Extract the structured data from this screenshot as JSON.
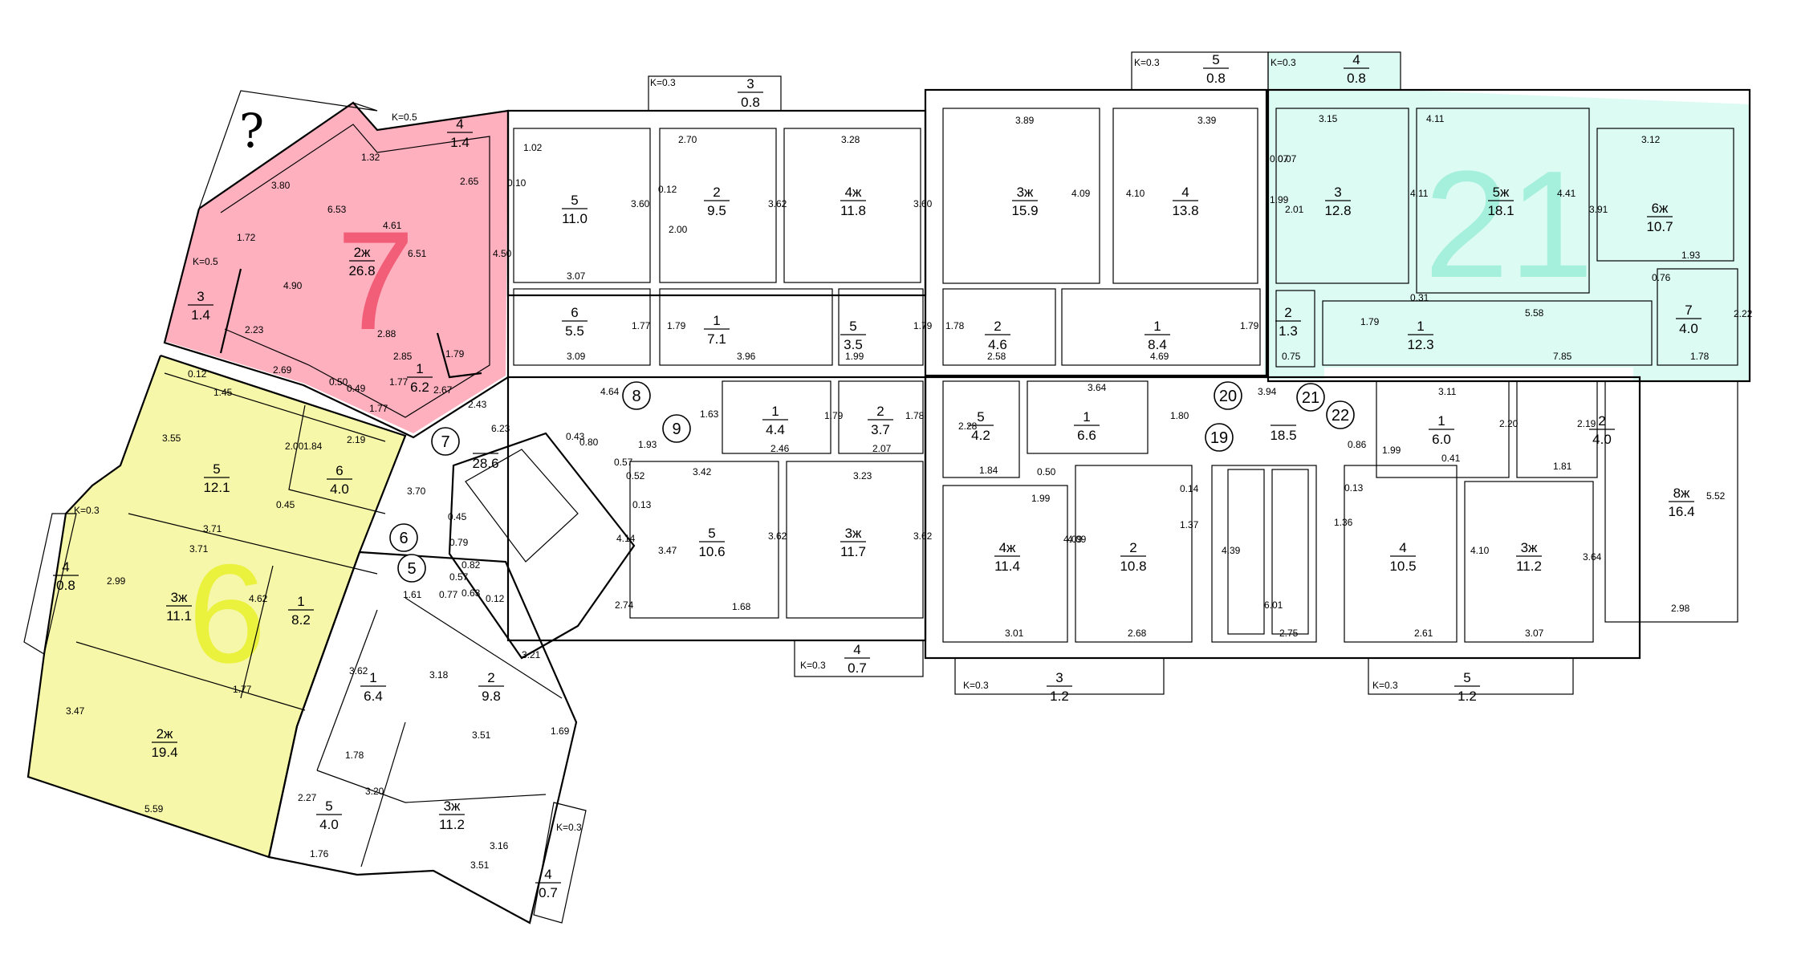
{
  "colors": {
    "apt7": "#ffb0bf",
    "apt6": "#f6f7a8",
    "apt21": "#dcfbf2",
    "big7": "#f25d78",
    "big6": "#eaf23d",
    "big21": "#a4f0dc",
    "wall": "#000000"
  },
  "unknown_mark": "?",
  "apartments": [
    {
      "id": "apt-7",
      "number": "7"
    },
    {
      "id": "apt-6",
      "number": "6"
    },
    {
      "id": "apt-21",
      "number": "21"
    }
  ],
  "markers": [
    "8",
    "9",
    "7",
    "6",
    "5",
    "20",
    "19",
    "21",
    "22"
  ],
  "rooms": [
    {
      "n": "4",
      "a": "1.4"
    },
    {
      "n": "2ж",
      "a": "26.8"
    },
    {
      "n": "3",
      "a": "1.4"
    },
    {
      "n": "1",
      "a": "6.2"
    },
    {
      "n": "",
      "a": "28.6"
    },
    {
      "n": "5",
      "a": "11.0"
    },
    {
      "n": "2",
      "a": "9.5"
    },
    {
      "n": "4ж",
      "a": "11.8"
    },
    {
      "n": "3ж",
      "a": "15.9"
    },
    {
      "n": "4",
      "a": "13.8"
    },
    {
      "n": "3",
      "a": "12.8"
    },
    {
      "n": "5ж",
      "a": "18.1"
    },
    {
      "n": "6ж",
      "a": "10.7"
    },
    {
      "n": "6",
      "a": "5.5"
    },
    {
      "n": "1",
      "a": "7.1"
    },
    {
      "n": "5",
      "a": "3.5"
    },
    {
      "n": "2",
      "a": "4.6"
    },
    {
      "n": "1",
      "a": "8.4"
    },
    {
      "n": "2",
      "a": "1.3"
    },
    {
      "n": "1",
      "a": "12.3"
    },
    {
      "n": "7",
      "a": "4.0"
    },
    {
      "n": "1",
      "a": "4.4"
    },
    {
      "n": "2",
      "a": "3.7"
    },
    {
      "n": "5",
      "a": "4.2"
    },
    {
      "n": "1",
      "a": "6.6"
    },
    {
      "n": "",
      "a": "18.5"
    },
    {
      "n": "1",
      "a": "6.0"
    },
    {
      "n": "2",
      "a": "4.0"
    },
    {
      "n": "8ж",
      "a": "16.4"
    },
    {
      "n": "5",
      "a": "10.6"
    },
    {
      "n": "3ж",
      "a": "11.7"
    },
    {
      "n": "4ж",
      "a": "11.4"
    },
    {
      "n": "2",
      "a": "10.8"
    },
    {
      "n": "4",
      "a": "10.5"
    },
    {
      "n": "3ж",
      "a": "11.2"
    },
    {
      "n": "5",
      "a": "12.1"
    },
    {
      "n": "6",
      "a": "4.0"
    },
    {
      "n": "3ж",
      "a": "11.1"
    },
    {
      "n": "1",
      "a": "8.2"
    },
    {
      "n": "4",
      "a": "0.8"
    },
    {
      "n": "2ж",
      "a": "19.4"
    },
    {
      "n": "1",
      "a": "6.4"
    },
    {
      "n": "2",
      "a": "9.8"
    },
    {
      "n": "5",
      "a": "4.0"
    },
    {
      "n": "3ж",
      "a": "11.2"
    },
    {
      "n": "4",
      "a": "0.7"
    },
    {
      "n": "3",
      "a": "0.8"
    },
    {
      "n": "5",
      "a": "0.8"
    },
    {
      "n": "4",
      "a": "0.8"
    },
    {
      "n": "4",
      "a": "0.7"
    },
    {
      "n": "3",
      "a": "1.2"
    },
    {
      "n": "5",
      "a": "1.2"
    }
  ],
  "coefficients": [
    "K=0.5",
    "K=0.5",
    "K=0.3",
    "K=0.3",
    "K=0.3",
    "K=0.3",
    "K=0.3",
    "K=0.3",
    "K=0.3",
    "K=0.3"
  ],
  "dimensions": [
    "3.80",
    "1.32",
    "6.53",
    "4.61",
    "6.51",
    "2.65",
    "1.72",
    "4.90",
    "2.23",
    "2.88",
    "2.85",
    "1.79",
    "1.77",
    "2.67",
    "2.43",
    "2.69",
    "0.50",
    "0.49",
    "1.77",
    "4.50",
    "0.10",
    "1.02",
    "3.60",
    "3.07",
    "1.77",
    "3.09",
    "2.70",
    "0.12",
    "2.00",
    "3.62",
    "3.28",
    "3.60",
    "1.79",
    "3.96",
    "1.99",
    "1.79",
    "3.89",
    "4.09",
    "4.10",
    "3.39",
    "1.78",
    "2.58",
    "4.69",
    "1.79",
    "0.07",
    "1.99",
    "0.07",
    "2.01",
    "3.15",
    "4.11",
    "4.11",
    "4.41",
    "3.91",
    "3.12",
    "1.93",
    "0.76",
    "5.58",
    "7.85",
    "1.79",
    "0.75",
    "0.31",
    "2.22",
    "1.78",
    "4.64",
    "1.63",
    "1.93",
    "1.79",
    "2.46",
    "3.42",
    "3.62",
    "1.68",
    "1.78",
    "2.07",
    "3.23",
    "3.62",
    "2.28",
    "1.84",
    "3.64",
    "1.80",
    "0.50",
    "1.99",
    "4.09",
    "3.01",
    "4.09",
    "2.68",
    "0.14",
    "1.37",
    "4.39",
    "6.01",
    "2.75",
    "3.94",
    "0.86",
    "3.11",
    "1.99",
    "2.20",
    "0.41",
    "2.19",
    "1.81",
    "0.13",
    "1.36",
    "4.10",
    "2.61",
    "3.64",
    "3.07",
    "5.52",
    "2.98",
    "1.45",
    "0.12",
    "3.55",
    "2.00",
    "2.19",
    "1.84",
    "0.45",
    "3.71",
    "3.71",
    "2.99",
    "4.62",
    "1.77",
    "3.47",
    "5.59",
    "3.70",
    "1.61",
    "0.77",
    "6.23",
    "0.43",
    "0.80",
    "0.57",
    "0.52",
    "0.13",
    "4.14",
    "3.47",
    "2.74",
    "0.45",
    "0.79",
    "0.82",
    "0.57",
    "0.63",
    "0.12",
    "3.21",
    "3.18",
    "3.62",
    "1.78",
    "3.51",
    "1.69",
    "2.27",
    "1.76",
    "3.20",
    "3.51",
    "3.16"
  ]
}
